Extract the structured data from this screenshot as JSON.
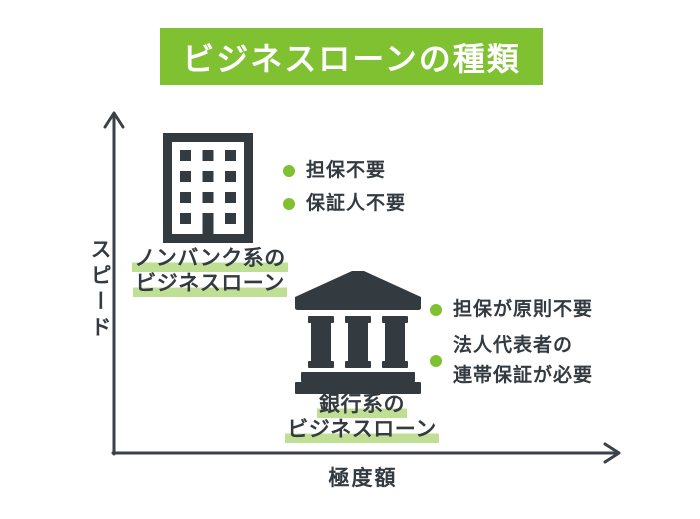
{
  "title": "ビジネスローンの種類",
  "axes": {
    "y_label": "スピード",
    "x_label": "極度額"
  },
  "nonbank": {
    "label_line1": "ノンバンク系の",
    "label_line2": "ビジネスローン",
    "bullet1": "担保不要",
    "bullet2": "保証人不要"
  },
  "bank": {
    "label_line1": "銀行系の",
    "label_line2": "ビジネスローン",
    "bullet1": "担保が原則不要",
    "bullet2_line1": "法人代表者の",
    "bullet2_line2": "連帯保証が必要"
  },
  "icons": {
    "nonbank": "office-building-icon",
    "bank": "bank-building-icon"
  },
  "colors": {
    "accent_green": "#7fc131",
    "highlight_green": "#bfe094",
    "dark_charcoal": "#333a40",
    "background": "#ffffff",
    "title_text": "#ffffff"
  }
}
